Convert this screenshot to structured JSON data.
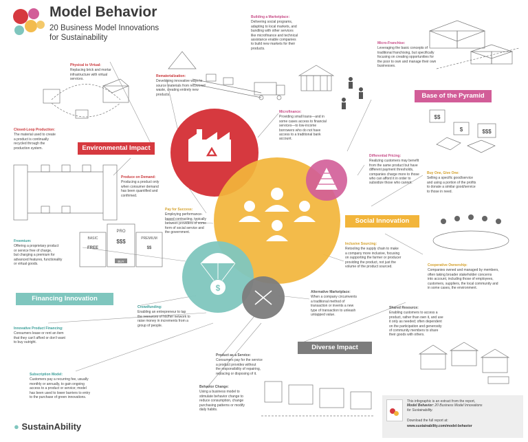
{
  "header": {
    "title": "Model Behavior",
    "subtitle_line1": "20 Business Model Innovations",
    "subtitle_line2": "for Sustainability"
  },
  "colors": {
    "red": "#d6393f",
    "yellow": "#f2b53b",
    "teal": "#7fc6be",
    "gray": "#7c7c7c",
    "pink": "#d25d98",
    "slate": "#6f6f6f"
  },
  "banners": {
    "environmental": "Environmental Impact",
    "social": "Social Innovation",
    "financing": "Financing Innovation",
    "diverse": "Diverse Impact",
    "pyramid": "Base of the Pyramid"
  },
  "icons": {
    "environmental": "factory-recycle-icon",
    "social": "people-group-icon",
    "financing": "money-parachute-icon",
    "diverse": "arrows-out-icon",
    "pyramid": "pyramid-icon"
  },
  "blurbs": {
    "physical_to_virtual": {
      "title": "Physical to Virtual:",
      "lines": [
        "Replacing brick and mortar",
        "infrastructure with virtual",
        "services."
      ]
    },
    "rematerialization": {
      "title": "Rematerialization:",
      "lines": [
        "Developing innovative ways to",
        "source materials from recovered",
        "waste, creating entirely new",
        "products."
      ]
    },
    "building_marketplace": {
      "title": "Building a Marketplace:",
      "lines": [
        "Delivering social programs,",
        "adapting to local markets, and",
        "bundling with other services",
        "like microfinance and technical",
        "assistance enable companies",
        "to build new markets for their",
        "products."
      ]
    },
    "micro_franchise": {
      "title": "Micro-Franchise:",
      "lines": [
        "Leveraging the basic concepts of",
        "traditional franchising, but specifically",
        "focusing on creating opportunities for",
        "the poor to own and manage their own",
        "businesses."
      ]
    },
    "closed_loop": {
      "title": "Closed-Loop Production:",
      "lines": [
        "The material used to create",
        "a product is continually",
        "recycled through the",
        "production system."
      ]
    },
    "microfinance": {
      "title": "Microfinance:",
      "lines": [
        "Providing small loans—and in",
        "some cases access to financial",
        "services—to low-income",
        "borrowers who do not have",
        "access to a traditional bank",
        "account."
      ]
    },
    "differential_pricing": {
      "title": "Differential Pricing:",
      "lines": [
        "Realizing customers may benefit",
        "from the same product but have",
        "different payment thresholds,",
        "companies charge more to those",
        "who can afford it in order to",
        "subsidize those who cannot."
      ]
    },
    "produce_on_demand": {
      "title": "Produce on Demand:",
      "lines": [
        "Producing a product only",
        "when consumer demand",
        "has been quantified and",
        "confirmed."
      ]
    },
    "buy_one_give_one": {
      "title": "Buy One, Give One:",
      "lines": [
        "Selling a specific good/service",
        "and using a portion of the profits",
        "to donate a similar good/service",
        "to those in need."
      ]
    },
    "pay_for_success": {
      "title": "Pay for Success:",
      "lines": [
        "Employing performance-",
        "based contracting, typically",
        "between providers of some",
        "form of social service and",
        "the government."
      ]
    },
    "freemium": {
      "title": "Freemium:",
      "lines": [
        "Offering a proprietary product",
        "or service free of charge,",
        "but charging a premium for",
        "advanced features, functionality",
        "or virtual goods."
      ]
    },
    "inclusive_sourcing": {
      "title": "Inclusive Sourcing:",
      "lines": [
        "Retooling the supply chain to make",
        "a company more inclusive, focusing",
        "on supporting the farmer or producer",
        "providing the product, not just the",
        "volume of the product sourced."
      ]
    },
    "cooperative_ownership": {
      "title": "Cooperative Ownership:",
      "lines": [
        "Companies owned and managed by members,",
        "often taking broader stakeholder concerns",
        "into account, including those of employees,",
        "customers, suppliers, the local community and",
        "in some cases, the environment."
      ]
    },
    "alternative_marketplace": {
      "title": "Alternative Marketplace:",
      "lines": [
        "When a company circumvents",
        "a traditional method of",
        "transaction or invents a new",
        "type of transaction to unleash",
        "untapped value."
      ]
    },
    "crowdfunding": {
      "title": "Crowdfunding:",
      "lines": [
        "Enabling an entrepreneur to tap",
        "the resources of his/her network to",
        "raise money in increments from a",
        "group of people."
      ]
    },
    "innovative_product_financing": {
      "title": "Innovative Product Financing:",
      "lines": [
        "Consumers lease or rent an item",
        "that they can't afford or don't want",
        "to buy outright."
      ]
    },
    "shared_resource": {
      "title": "Shared Resource:",
      "lines": [
        "Enabling customers to access a",
        "product, rather than own it, and use",
        "it only as needed; often dependent",
        "on the participation and generosity",
        "of community members to share",
        "their goods with others."
      ]
    },
    "product_as_service": {
      "title": "Product as a Service:",
      "lines": [
        "Consumers pay for the service",
        "a product provides without",
        "the responsibility of repairing,",
        "replacing or disposing of it."
      ]
    },
    "subscription_model": {
      "title": "Subscription Model:",
      "lines": [
        "Customers pay a recurring fee, usually",
        "monthly or annually, to gain ongoing",
        "access to a product or service; model",
        "has been used to lower barriers to entry",
        "to the purchase of green innovations."
      ]
    },
    "behavior_change": {
      "title": "Behavior Change:",
      "lines": [
        "Using a business model to",
        "stimulate behavior change to",
        "reduce consumption, change",
        "purchasing patterns or modify",
        "daily habits."
      ]
    }
  },
  "freemium_boxes": {
    "left_title": "BASIC",
    "left_label": "FREE",
    "center_title": "PRO",
    "center_label": "$$$",
    "right_title": "PREMIUM",
    "right_label": "$$",
    "buy": "BUY"
  },
  "pricing_labels": {
    "a": "$$",
    "b": "$",
    "c": "$$$"
  },
  "footer": {
    "logo": "SustainAbility",
    "extract_line1": "This infographic is an extract from the report,",
    "extract_title": "Model Behavior:",
    "extract_line2": " 20 Business Model Innovations",
    "extract_line3": "for Sustainability.",
    "download": "Download the full report at:",
    "url": "www.sustainability.com/model-behavior"
  }
}
